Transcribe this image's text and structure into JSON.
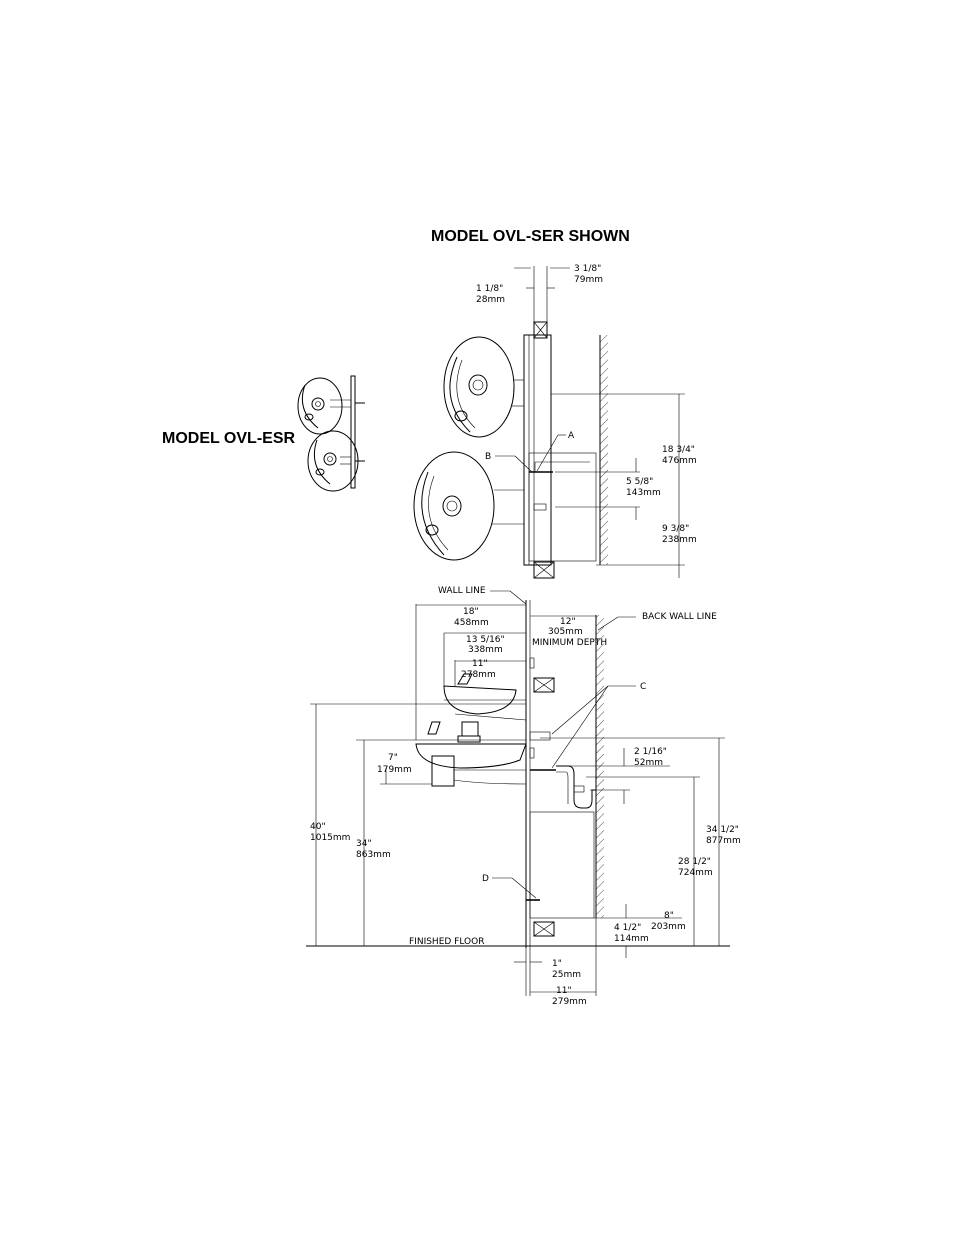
{
  "titles": {
    "ser": "MODEL OVL-SER SHOWN",
    "esr": "MODEL OVL-ESR"
  },
  "dims": {
    "d_3_1_8": [
      "3 1/8\"",
      "79mm"
    ],
    "d_1_1_8": [
      "1 1/8\"",
      "28mm"
    ],
    "d_18_3_4": [
      "18 3/4\"",
      "476mm"
    ],
    "d_5_5_8": [
      "5 5/8\"",
      "143mm"
    ],
    "d_9_3_8": [
      "9 3/8\"",
      "238mm"
    ],
    "d_18": [
      "18\"",
      "458mm"
    ],
    "d_13_5_16": [
      "13 5/16\"",
      "338mm"
    ],
    "d_11_top": [
      "11\"",
      "278mm"
    ],
    "d_12": [
      "12\"",
      "305mm",
      "MINIMUM DEPTH"
    ],
    "d_2_1_16": [
      "2 1/16\"",
      "52mm"
    ],
    "d_7": [
      "7\"",
      "179mm"
    ],
    "d_40": [
      "40\"",
      "1015mm"
    ],
    "d_34": [
      "34\"",
      "863mm"
    ],
    "d_34_1_2": [
      "34 1/2\"",
      "877mm"
    ],
    "d_28_1_2": [
      "28 1/2\"",
      "724mm"
    ],
    "d_8": [
      "8\"",
      "203mm"
    ],
    "d_4_1_2": [
      "4 1/2\"",
      "114mm"
    ],
    "d_1": [
      "1\"",
      "25mm"
    ],
    "d_11_bot": [
      "11\"",
      "279mm"
    ]
  },
  "labels": {
    "A": "A",
    "B": "B",
    "C": "C",
    "D": "D",
    "wall_line": "WALL LINE",
    "back_wall_line": "BACK WALL LINE",
    "finished_floor": "FINISHED FLOOR"
  }
}
